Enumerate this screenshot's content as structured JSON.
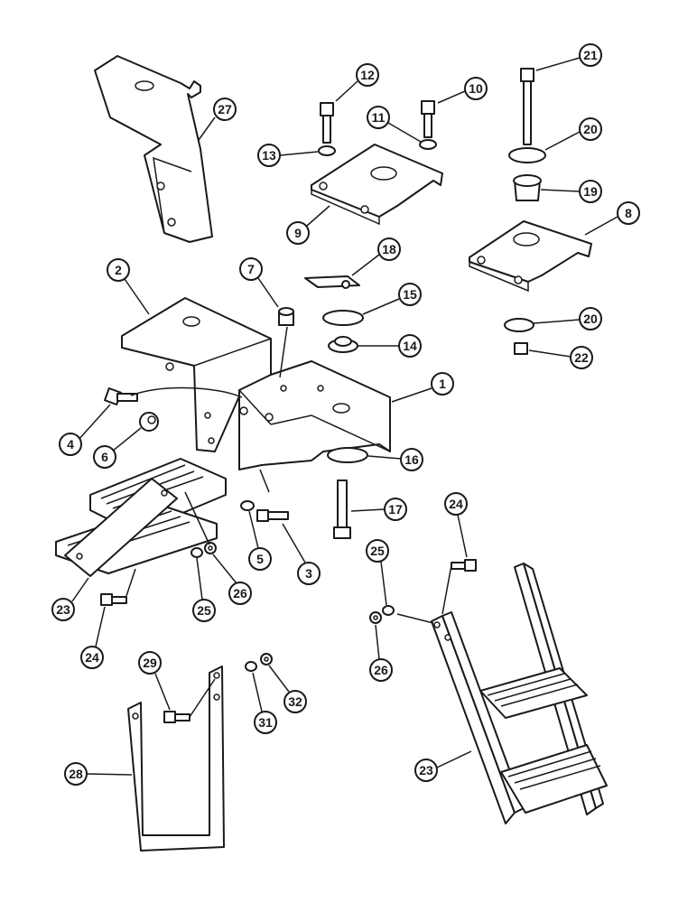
{
  "callouts": [
    {
      "id": "c27",
      "label": "27"
    },
    {
      "id": "c12",
      "label": "12"
    },
    {
      "id": "c10",
      "label": "10"
    },
    {
      "id": "c21",
      "label": "21"
    },
    {
      "id": "c13",
      "label": "13"
    },
    {
      "id": "c11",
      "label": "11"
    },
    {
      "id": "c20a",
      "label": "20"
    },
    {
      "id": "c19",
      "label": "19"
    },
    {
      "id": "c9",
      "label": "9"
    },
    {
      "id": "c8",
      "label": "8"
    },
    {
      "id": "c2",
      "label": "2"
    },
    {
      "id": "c7",
      "label": "7"
    },
    {
      "id": "c18",
      "label": "18"
    },
    {
      "id": "c15",
      "label": "15"
    },
    {
      "id": "c20b",
      "label": "20"
    },
    {
      "id": "c14",
      "label": "14"
    },
    {
      "id": "c22",
      "label": "22"
    },
    {
      "id": "c1",
      "label": "1"
    },
    {
      "id": "c4",
      "label": "4"
    },
    {
      "id": "c6",
      "label": "6"
    },
    {
      "id": "c16",
      "label": "16"
    },
    {
      "id": "c17",
      "label": "17"
    },
    {
      "id": "c24a",
      "label": "24"
    },
    {
      "id": "c5",
      "label": "5"
    },
    {
      "id": "c3",
      "label": "3"
    },
    {
      "id": "c25a",
      "label": "25"
    },
    {
      "id": "c26a",
      "label": "26"
    },
    {
      "id": "c23a",
      "label": "23"
    },
    {
      "id": "c25b",
      "label": "25"
    },
    {
      "id": "c24b",
      "label": "24"
    },
    {
      "id": "c26b",
      "label": "26"
    },
    {
      "id": "c29",
      "label": "29"
    },
    {
      "id": "c31",
      "label": "31"
    },
    {
      "id": "c32",
      "label": "32"
    },
    {
      "id": "c28",
      "label": "28"
    },
    {
      "id": "c23b",
      "label": "23"
    }
  ]
}
